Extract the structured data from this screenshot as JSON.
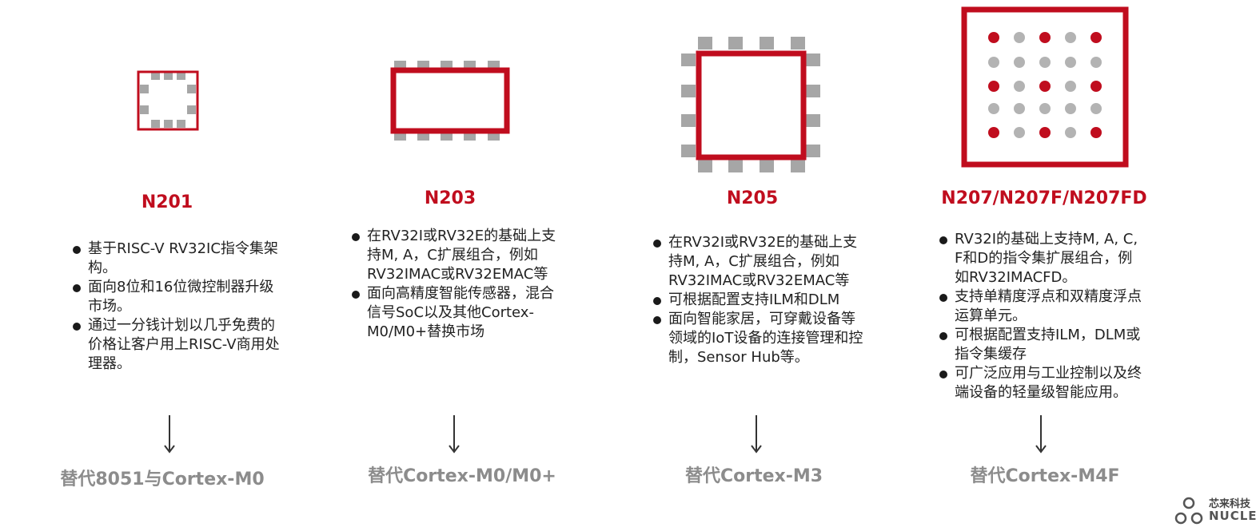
{
  "columns": [
    {
      "id": "n201",
      "title": "N201",
      "bullets": [
        "基于RISC-V RV32IC指令集架构。",
        "面向8位和16位微控制器升级市场。",
        "通过一分钱计划以几乎免费的价格让客户用上RISC-V商用处理器。"
      ],
      "replaces": "替代8051与Cortex-M0"
    },
    {
      "id": "n203",
      "title": "N203",
      "bullets": [
        "在RV32I或RV32E的基础上支持M, A，C扩展组合，例如RV32IMAC或RV32EMAC等",
        "面向高精度智能传感器，混合信号SoC以及其他Cortex-M0/M0+替换市场"
      ],
      "replaces": "替代Cortex-M0/M0+"
    },
    {
      "id": "n205",
      "title": "N205",
      "bullets": [
        "在RV32I或RV32E的基础上支持M, A，C扩展组合，例如RV32IMAC或RV32EMAC等",
        "可根据配置支持ILM和DLM",
        "面向智能家居，可穿戴设备等领域的IoT设备的连接管理和控制，Sensor Hub等。"
      ],
      "replaces": "替代Cortex-M3"
    },
    {
      "id": "n207",
      "title": "N207/N207F/N207FD",
      "bullets": [
        "RV32I的基础上支持M, A, C, F和D的指令集扩展组合，例如RV32IMACFD。",
        "支持单精度浮点和双精度浮点运算单元。",
        "可根据配置支持ILM，DLM或指令集缓存",
        "可广泛应用与工业控制以及终端设备的轻量级智能应用。"
      ],
      "replaces": "替代Cortex-M4F"
    }
  ],
  "logo": {
    "cn_text": "芯来科技",
    "en_text": "NUCLEI"
  },
  "colors": {
    "accent_red": "#c00d1e",
    "pin_gray": "#a6a6a6",
    "dot_gray": "#b3b3b3",
    "replace_gray": "#8c8c8c",
    "body_text": "#222222"
  }
}
